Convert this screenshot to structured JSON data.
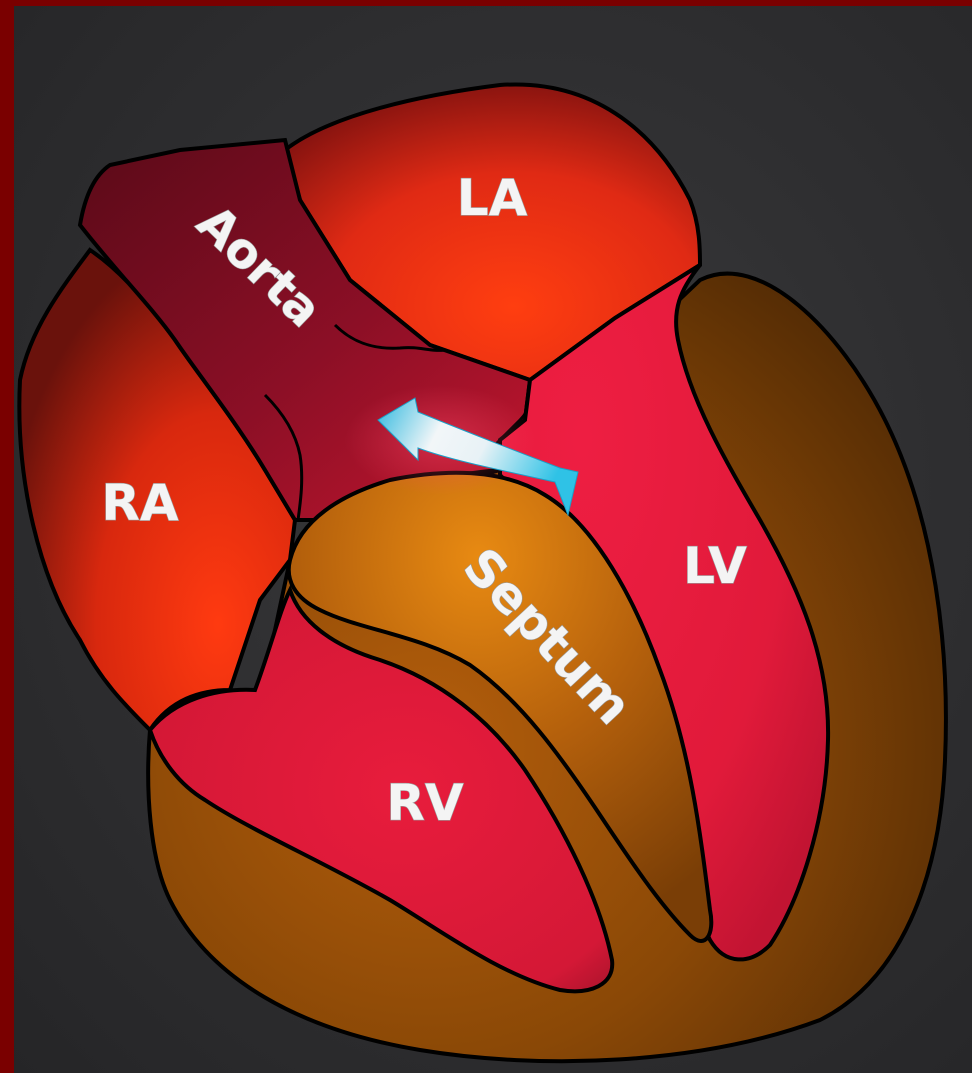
{
  "labels": {
    "aorta": "Aorta",
    "la": "LA",
    "ra": "RA",
    "lv": "LV",
    "rv": "RV",
    "septum": "Septum"
  },
  "colors": {
    "frame": "#7a0000",
    "background": "#2e2e30",
    "outline": "#000000",
    "atrium_red": "#ff3a12",
    "ventricle_red": "#e3193a",
    "aorta_dark": "#7a0c22",
    "muscle_brown": "#8a4a08",
    "arrow_cyan": "#38c6e6"
  },
  "icons": {
    "flow_arrow": "arrow-icon"
  }
}
